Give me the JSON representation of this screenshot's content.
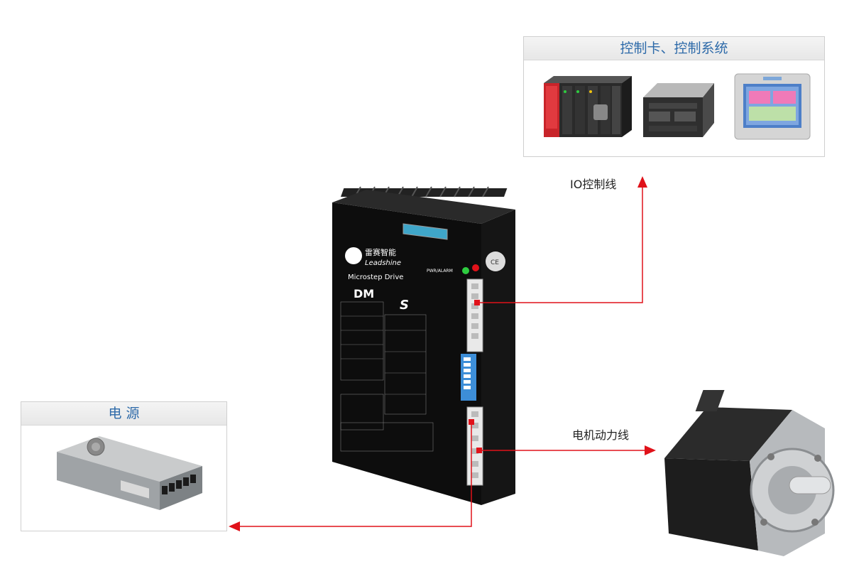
{
  "control_panel": {
    "title": "控制卡、控制系统"
  },
  "power_panel": {
    "title": "电 源"
  },
  "labels": {
    "io_line": "IO控制线",
    "motor_line": "电机动力线"
  },
  "driver": {
    "brand_cn": "雷赛智能",
    "brand_en": "Leadshine",
    "model": "Microstep Drive",
    "series": "DM",
    "series_suffix": "S",
    "pwr_alarm": "PWR/ALARM",
    "ce_mark": "CE"
  },
  "colors": {
    "arrow": "#e0121a",
    "title": "#2d6aa9"
  }
}
